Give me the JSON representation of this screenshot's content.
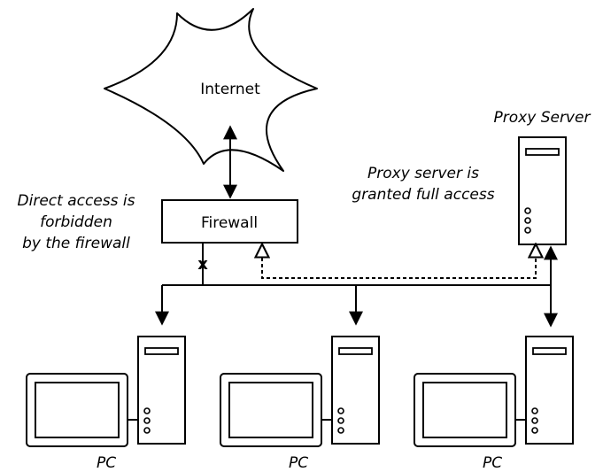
{
  "nodes": {
    "internet": {
      "label": "Internet"
    },
    "firewall": {
      "label": "Firewall"
    },
    "proxy_server": {
      "label": "Proxy Server"
    },
    "pcs": [
      {
        "label": "PC"
      },
      {
        "label": "PC"
      },
      {
        "label": "PC"
      }
    ]
  },
  "annotations": {
    "direct_access": [
      "Direct access is",
      "forbidden",
      "by the firewall"
    ],
    "proxy_access": [
      "Proxy server is",
      "granted full access"
    ],
    "blocked_mark": "x"
  },
  "colors": {
    "stroke": "#000000",
    "background": "#ffffff"
  }
}
